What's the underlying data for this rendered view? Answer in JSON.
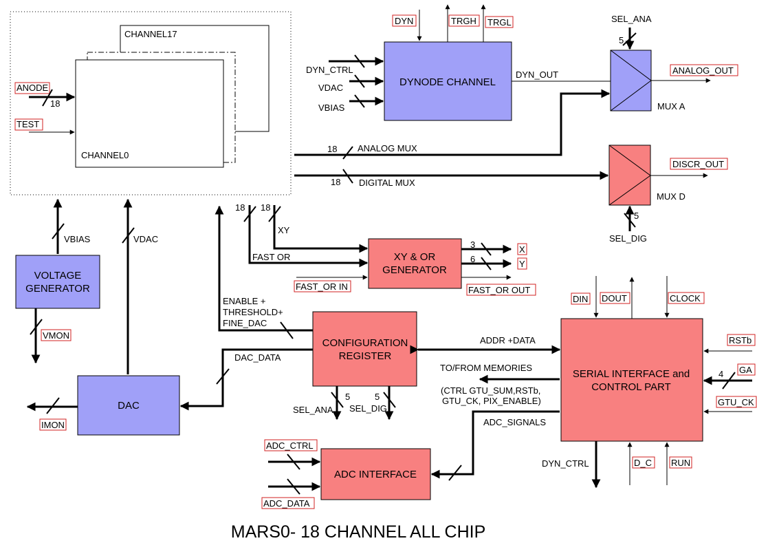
{
  "title": "MARS0- 18 CHANNEL ALL CHIP",
  "channels": {
    "first": "CHANNEL0",
    "last": "CHANNEL17"
  },
  "blocks": {
    "dynode": "DYNODE CHANNEL",
    "mux_a": "MUX A",
    "mux_d": "MUX D",
    "voltage_gen": [
      "VOLTAGE",
      "GENERATOR"
    ],
    "dac": "DAC",
    "xy_or": [
      "XY & OR",
      "GENERATOR"
    ],
    "config_reg": [
      "CONFIGURATION",
      "REGISTER"
    ],
    "serial": [
      "SERIAL INTERFACE and",
      "CONTROL PART"
    ],
    "adc_if": "ADC INTERFACE"
  },
  "pins": {
    "anode": "ANODE",
    "test": "TEST",
    "dyn": "DYN",
    "trgh": "TRGH",
    "trgl": "TRGL",
    "analog_out": "ANALOG_OUT",
    "discr_out": "DISCR_OUT",
    "vmon": "VMON",
    "imon": "IMON",
    "x": "X",
    "y": "Y",
    "fast_or_in": "FAST_OR IN",
    "fast_or_out": "FAST_OR OUT",
    "din": "DIN",
    "dout": "DOUT",
    "clock": "CLOCK",
    "rstb": "RSTb",
    "ga": "GA",
    "gtu_ck": "GTU_CK",
    "d_c": "D_C",
    "run": "RUN",
    "adc_ctrl": "ADC_CTRL",
    "adc_data": "ADC_DATA"
  },
  "signals": {
    "dyn_ctrl": "DYN_CTRL",
    "vdac": "VDAC",
    "vbias": "VBIAS",
    "dyn_out": "DYN_OUT",
    "sel_ana": "SEL_ANA",
    "sel_dig": "SEL_DIG",
    "analog_mux": "ANALOG MUX",
    "digital_mux": "DIGITAL MUX",
    "xy": "XY",
    "fast_or": "FAST OR",
    "enable_threshold": [
      "ENABLE +",
      "THRESHOLD+",
      "FINE_DAC"
    ],
    "dac_data": "DAC_DATA",
    "addr_data": "ADDR +DATA",
    "to_from_memories": "TO/FROM MEMORIES",
    "ctrl_list": [
      "(CTRL GTU_SUM,RSTb,",
      "GTU_CK, PIX_ENABLE)"
    ],
    "adc_signals": "ADC_SIGNALS",
    "dyn_ctrl_out": "DYN_CTRL"
  },
  "bus_widths": {
    "n18": "18",
    "n5": "5",
    "n4": "4",
    "n3": "3",
    "n6": "6"
  },
  "colors": {
    "analog_blocks": "#a0a0f8",
    "digital_blocks": "#f88080",
    "pin_border": "#d02020"
  }
}
